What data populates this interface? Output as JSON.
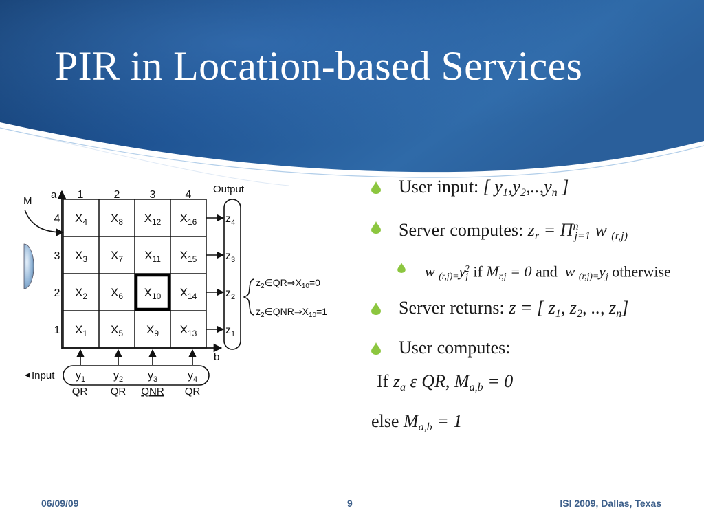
{
  "slide": {
    "title": "PIR in Location-based Services"
  },
  "diagram": {
    "axis_a_label": "a",
    "axis_b_label": "b",
    "col_labels": [
      "1",
      "2",
      "3",
      "4"
    ],
    "row_labels": [
      "4",
      "3",
      "2",
      "1"
    ],
    "grid": [
      [
        {
          "base": "X",
          "sub": "4"
        },
        {
          "base": "X",
          "sub": "8"
        },
        {
          "base": "X",
          "sub": "12"
        },
        {
          "base": "X",
          "sub": "16"
        }
      ],
      [
        {
          "base": "X",
          "sub": "3"
        },
        {
          "base": "X",
          "sub": "7"
        },
        {
          "base": "X",
          "sub": "11"
        },
        {
          "base": "X",
          "sub": "15"
        }
      ],
      [
        {
          "base": "X",
          "sub": "2"
        },
        {
          "base": "X",
          "sub": "6"
        },
        {
          "base": "X",
          "sub": "10"
        },
        {
          "base": "X",
          "sub": "14"
        }
      ],
      [
        {
          "base": "X",
          "sub": "1"
        },
        {
          "base": "X",
          "sub": "5"
        },
        {
          "base": "X",
          "sub": "9"
        },
        {
          "base": "X",
          "sub": "13"
        }
      ]
    ],
    "highlighted_cell": {
      "base": "X",
      "sub": "10"
    },
    "output_label": "Output",
    "outputs": [
      {
        "base": "z",
        "sub": "4"
      },
      {
        "base": "z",
        "sub": "3"
      },
      {
        "base": "z",
        "sub": "2"
      },
      {
        "base": "z",
        "sub": "1"
      }
    ],
    "input_label": "Input",
    "inputs": [
      {
        "base": "y",
        "sub": "1"
      },
      {
        "base": "y",
        "sub": "2"
      },
      {
        "base": "y",
        "sub": "3"
      },
      {
        "base": "y",
        "sub": "4"
      }
    ],
    "residue_labels": [
      "QR",
      "QR",
      "QNR",
      "QR"
    ],
    "annotations": [
      {
        "z": "z",
        "zsub": "2",
        "set": "∈QR⇒X",
        "xsub": "10",
        "value": "=0"
      },
      {
        "z": "z",
        "zsub": "2",
        "set": "∈QNR⇒X",
        "xsub": "10",
        "value": "=1"
      }
    ],
    "left_edge_label": "M",
    "colors": {
      "line": "#111111",
      "globe": "#8fb3d6"
    }
  },
  "bullets": {
    "user_input_label": "User input:",
    "server_computes_label": "Server computes:",
    "sub_if": "if",
    "sub_and": "and",
    "sub_otherwise": "otherwise",
    "server_returns_label": "Server returns:",
    "user_computes_label": "User computes:",
    "if_word": "If",
    "else_word": "else"
  },
  "footer": {
    "date": "06/09/09",
    "page": "9",
    "event": "ISI 2009, Dallas, Texas"
  },
  "colors": {
    "header_dark": "#123a6b",
    "header_mid": "#2c63a1",
    "bullet": "#8cc63f",
    "footer_text": "#3d5f8a"
  }
}
